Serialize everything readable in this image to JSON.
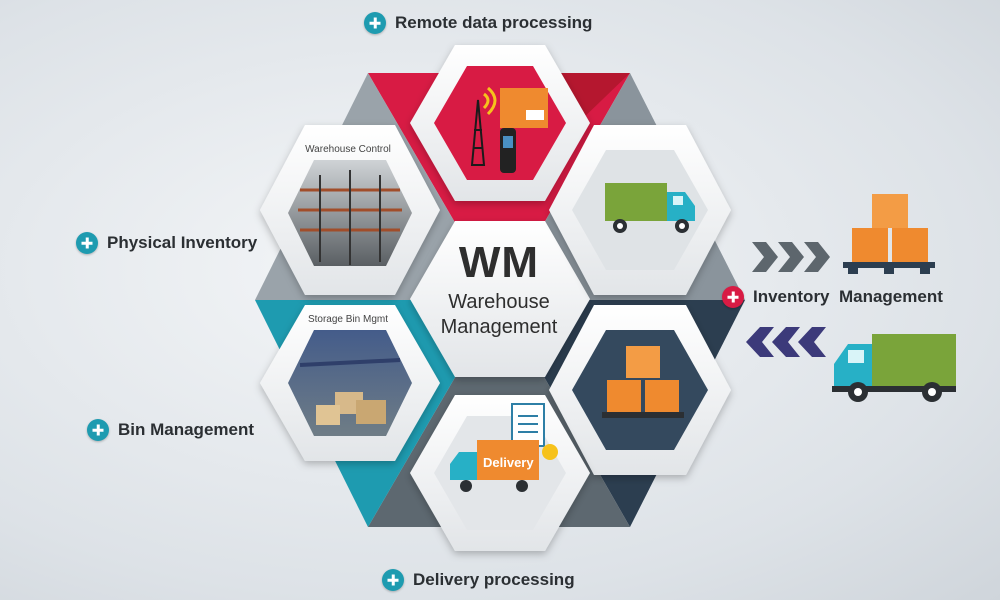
{
  "center": {
    "title": "WM",
    "subtitle_line1": "Warehouse",
    "subtitle_line2": "Management"
  },
  "callouts": {
    "remote": "Remote data processing",
    "physical": "Physical Inventory",
    "bin": "Bin Management",
    "delivery": "Delivery processing",
    "inventory": "Inventory  Management"
  },
  "tiles": {
    "warehouse_control": "Warehouse Control",
    "storage_bin": "Storage Bin Mgmt",
    "delivery_truck": "Delivery"
  },
  "colors": {
    "teal": "#1e9bb0",
    "crimson": "#d81b44",
    "navy": "#2c3e50",
    "orange": "#ef8a2f",
    "green": "#7aa43a"
  },
  "icons": [
    "plus-circle-icon",
    "truck-icon",
    "boxes-icon",
    "tower-scanner-icon",
    "chevron-arrows-icon"
  ]
}
